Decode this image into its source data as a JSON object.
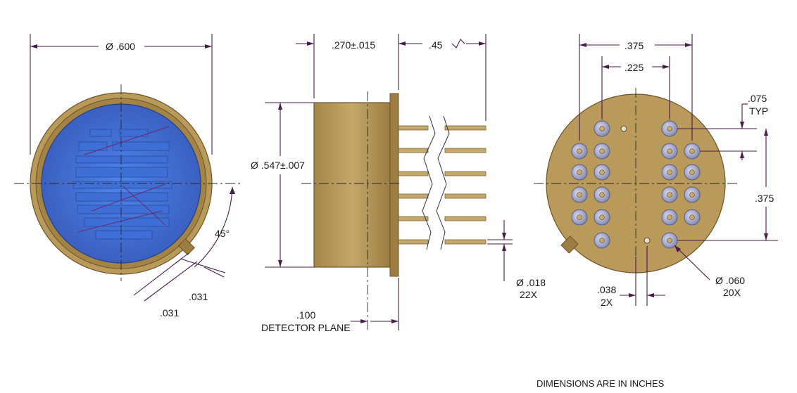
{
  "labels": {
    "front_diameter": "Ø .600",
    "side_length": ".270±.015",
    "lead_length": ".45",
    "body_diameter": "Ø .547±.007",
    "angle": "45°",
    "tab_width_a": ".031",
    "tab_width_b": ".031",
    "detector_plane_value": ".100",
    "detector_plane_text": "DETECTOR PLANE",
    "lead_diameter_value": "Ø .018",
    "lead_diameter_count": "22X",
    "pin_span_outer": ".375",
    "pin_span_inner": ".225",
    "pitch_value": ".075",
    "pitch_note": "TYP",
    "vertical_span": ".375",
    "hole_value": ".038",
    "hole_count": "2X",
    "pin_diameter_value": "Ø .060",
    "pin_diameter_count": "20X",
    "units_note": "DIMENSIONS ARE IN INCHES"
  },
  "colors": {
    "gold": "#b99a5a",
    "window_blue": "#4a7ce0",
    "dimension_line": "#4a1a4a"
  }
}
